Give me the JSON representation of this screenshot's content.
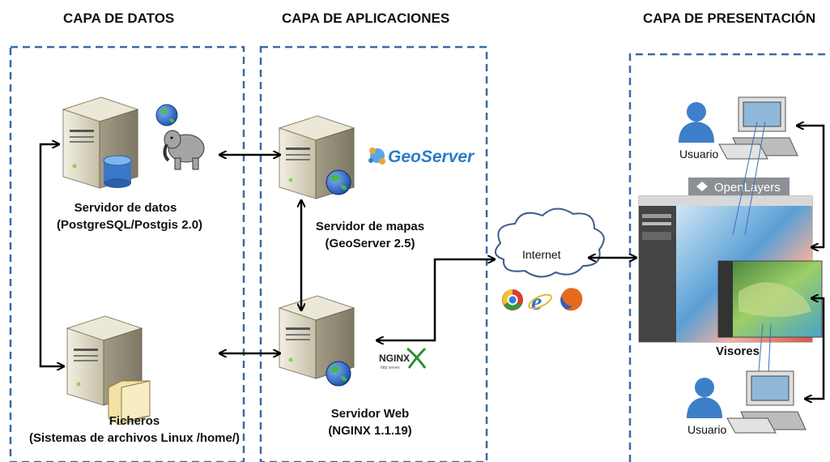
{
  "layers": {
    "data": "CAPA DE DATOS",
    "apps": "CAPA DE APLICACIONES",
    "presentation": "CAPA DE PRESENTACIÓN"
  },
  "nodes": {
    "db_server": {
      "line1": "Servidor de datos",
      "line2": "(PostgreSQL/Postgis 2.0)"
    },
    "files": {
      "line1": "Ficheros",
      "line2": "(Sistemas de archivos Linux /home/)"
    },
    "map_server": {
      "line1": "Servidor de mapas",
      "line2": "(GeoServer  2.5)"
    },
    "web_server": {
      "line1": "Servidor  Web",
      "line2": "(NGINX  1.1.19)"
    },
    "internet": "Internet",
    "user_top": "Usuario",
    "user_bottom": "Usuario",
    "viewers": "Visores"
  },
  "logos": {
    "geoserver": "GeoServer",
    "openlayers": "OpenLayers",
    "nginx": "NGINX",
    "nginx_sub": "http server"
  },
  "colors": {
    "dash": "#3b6aa5",
    "server_body": "#c9c3ad",
    "globe_blue": "#2a63c4",
    "globe_green": "#3fae3a",
    "user_blue": "#3d7fc9"
  }
}
